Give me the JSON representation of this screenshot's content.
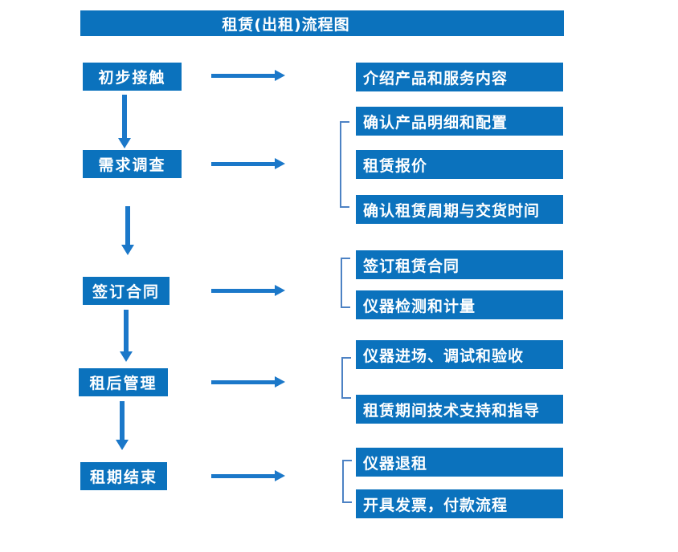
{
  "title": "租赁(出租)流程图",
  "colors": {
    "box_fill": "#0b72bd",
    "arrow": "#1b78c9",
    "bracket": "#4d82c4",
    "box_text": "#ffffff",
    "background": "#ffffff"
  },
  "steps": [
    {
      "label": "初步接触",
      "details": [
        "介绍产品和服务内容"
      ]
    },
    {
      "label": "需求调查",
      "details": [
        "确认产品明细和配置",
        "租赁报价",
        "确认租赁周期与交货时间"
      ]
    },
    {
      "label": "签订合同",
      "details": [
        "签订租赁合同",
        "仪器检测和计量"
      ]
    },
    {
      "label": "租后管理",
      "details": [
        "仪器进场、调试和验收",
        "租赁期间技术支持和指导"
      ]
    },
    {
      "label": "租期结束",
      "details": [
        "仪器退租",
        "开具发票，付款流程"
      ]
    }
  ]
}
